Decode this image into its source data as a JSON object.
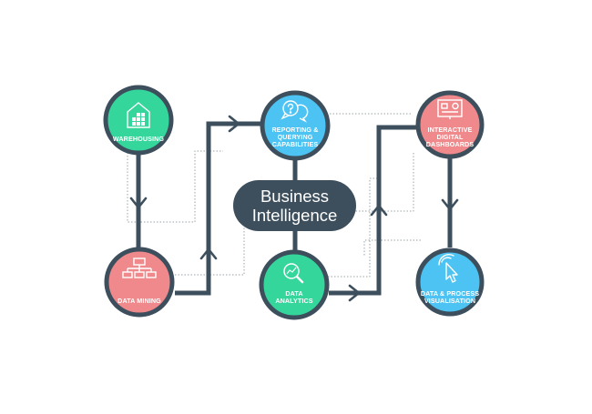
{
  "center": {
    "line1": "Business",
    "line2": "Intelligence",
    "color": "#3d4e5c"
  },
  "nodes": {
    "warehousing": {
      "line1": "WAREHOUSING",
      "icon": "warehouse-icon",
      "color": "#35d69c"
    },
    "reporting": {
      "line1": "REPORTING &",
      "line2": "QUERYING",
      "line3": "CAPABILITIES",
      "icon": "question-bubbles-icon",
      "color": "#4cc3f2"
    },
    "dashboards": {
      "line1": "INTERACTIVE",
      "line2": "DIGITAL",
      "line3": "DASHBOARDS",
      "icon": "dashboard-icon",
      "color": "#f0898b"
    },
    "data_mining": {
      "line1": "DATA MINING",
      "icon": "hierarchy-icon",
      "color": "#f0898b"
    },
    "data_analytics": {
      "line1": "DATA",
      "line2": "ANALYTICS",
      "icon": "magnifier-chart-icon",
      "color": "#35d69c"
    },
    "visualisation": {
      "line1": "DATA & PROCESS",
      "line2": "VISUALISATION",
      "icon": "cursor-click-icon",
      "color": "#4cc3f2"
    }
  },
  "colors": {
    "outline": "#3d4e5c",
    "dotted": "#9aa3aa"
  }
}
